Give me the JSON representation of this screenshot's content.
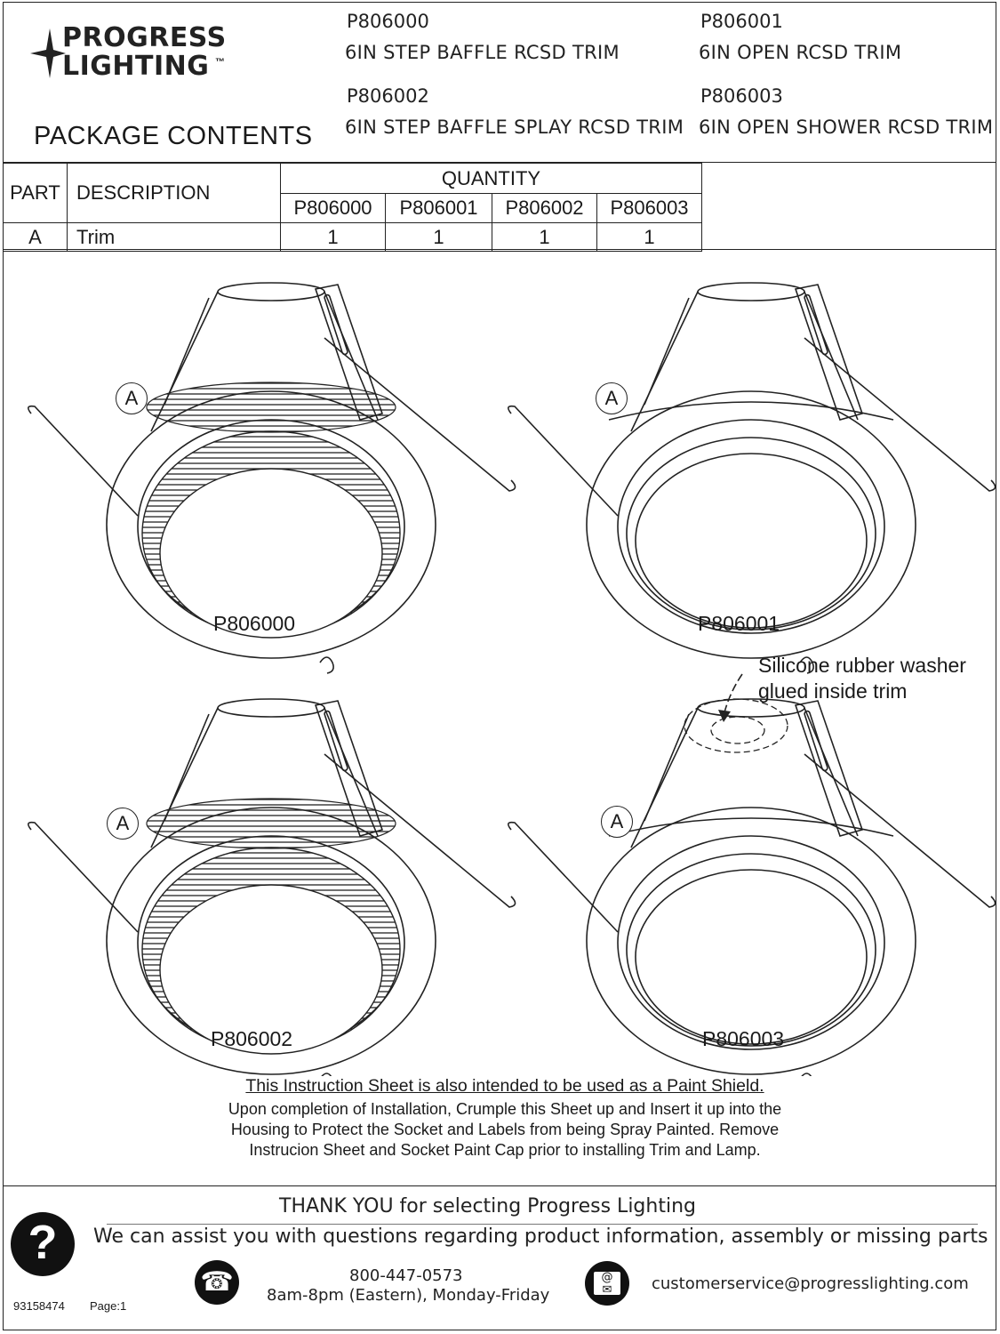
{
  "logo": {
    "line1": "PROGRESS",
    "line2": "LIGHTING",
    "tm": "™"
  },
  "header": {
    "title": "PACKAGE CONTENTS",
    "products": [
      {
        "code": "P806000",
        "name": "6IN STEP BAFFLE RCSD TRIM"
      },
      {
        "code": "P806001",
        "name": "6IN OPEN RCSD TRIM"
      },
      {
        "code": "P806002",
        "name": "6IN STEP BAFFLE SPLAY RCSD TRIM"
      },
      {
        "code": "P806003",
        "name": "6IN OPEN SHOWER RCSD TRIM"
      }
    ]
  },
  "table": {
    "col_part": "PART",
    "col_description": "DESCRIPTION",
    "col_quantity": "QUANTITY",
    "models": [
      "P806000",
      "P806001",
      "P806002",
      "P806003"
    ],
    "rows": [
      {
        "part": "A",
        "description": "Trim",
        "qty": [
          "1",
          "1",
          "1",
          "1"
        ]
      }
    ]
  },
  "figures": [
    {
      "code": "P806000",
      "callout": "A",
      "type": "baffle"
    },
    {
      "code": "P806001",
      "callout": "A",
      "type": "open"
    },
    {
      "code": "P806002",
      "callout": "A",
      "type": "baffle"
    },
    {
      "code": "P806003",
      "callout": "A",
      "type": "shower"
    }
  ],
  "washer_note": {
    "line1": "Silicone rubber washer",
    "line2": "glued inside trim"
  },
  "paint_shield": {
    "heading": "This Instruction Sheet is also intended to be used as a Paint Shield.",
    "line1": "Upon completion of Installation, Crumple this Sheet up and Insert it up into the",
    "line2": "Housing to Protect the Socket and Labels from being Spray Painted. Remove",
    "line3": "Instrucion Sheet and Socket Paint Cap prior to installing Trim and Lamp."
  },
  "footer": {
    "thanks": "THANK YOU for selecting Progress Lighting",
    "assist": "We can assist you with questions regarding product information, assembly or missing parts",
    "phone": "800-447-0573",
    "hours": "8am-8pm (Eastern), Monday-Friday",
    "email": "customerservice@progresslighting.com",
    "doc_number": "93158474",
    "page": "Page:1",
    "icons": [
      "question-icon",
      "telephone-icon",
      "email-icon"
    ]
  }
}
